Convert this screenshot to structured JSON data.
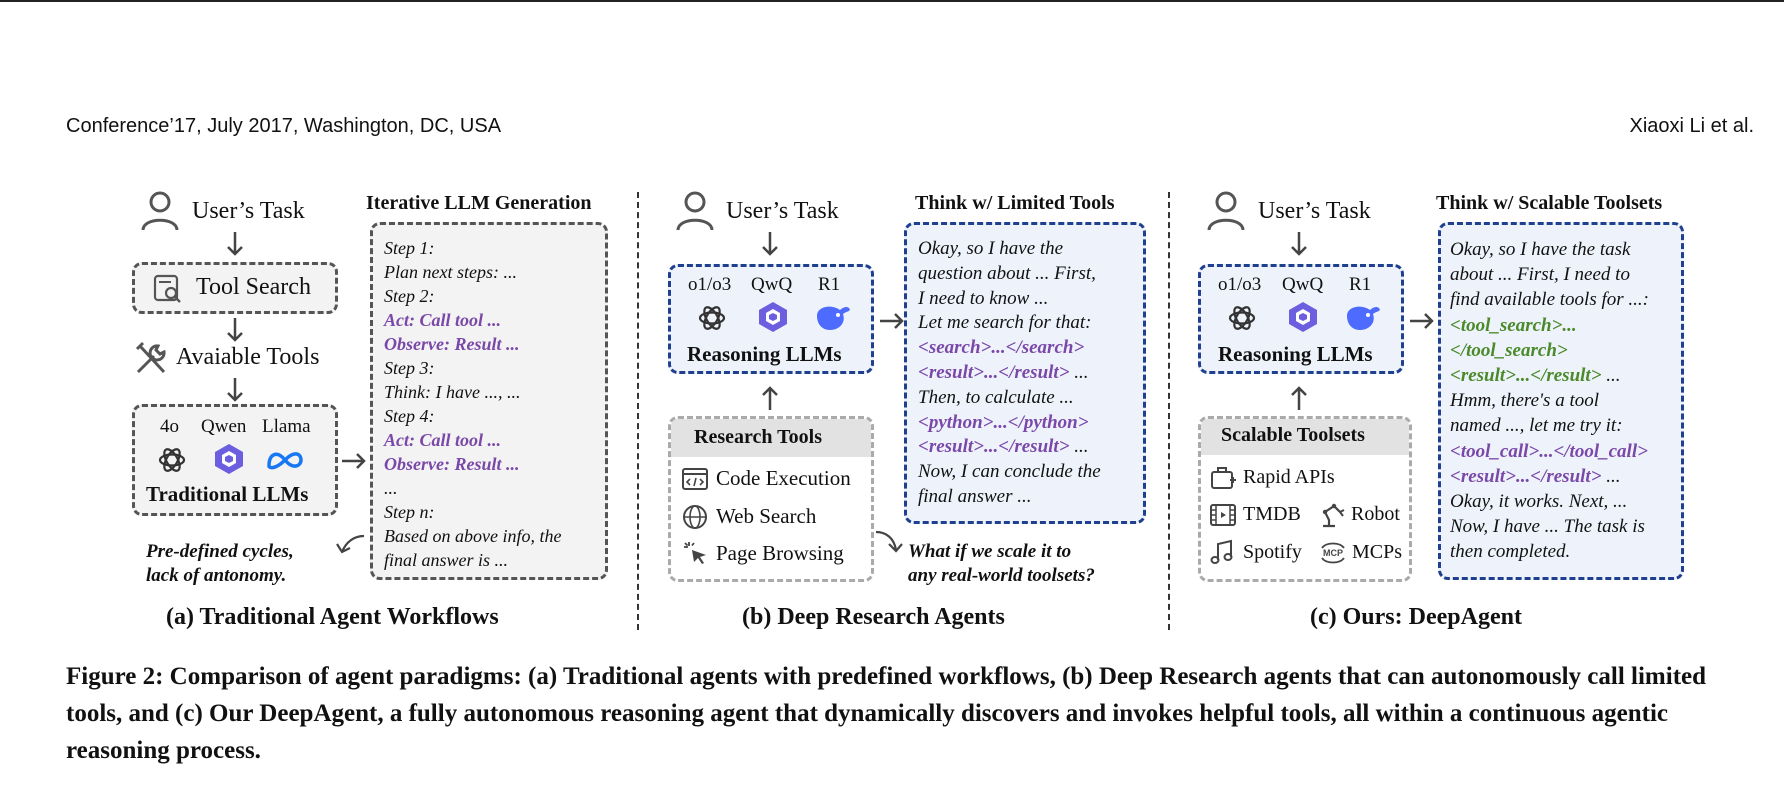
{
  "header": {
    "left": "Conference’17, July 2017, Washington, DC, USA",
    "right": "Xiaoxi Li et al."
  },
  "panel_a": {
    "user_task": "User’s Task",
    "tool_search": "Tool Search",
    "available_tools": "Avaiable Tools",
    "models": [
      "4o",
      "Qwen",
      "Llama"
    ],
    "llm_label": "Traditional LLMs",
    "gen_title": "Iterative LLM Generation",
    "steps": [
      {
        "text": "Step 1:",
        "style": "normal"
      },
      {
        "text": "Plan next steps: ...",
        "style": "normal"
      },
      {
        "text": "Step 2:",
        "style": "normal"
      },
      {
        "text": "Act: Call tool ...",
        "style": "purple"
      },
      {
        "text": "Observe: Result ...",
        "style": "purple"
      },
      {
        "text": "Step 3:",
        "style": "normal"
      },
      {
        "text": "Think: I have ..., ...",
        "style": "normal"
      },
      {
        "text": "Step 4:",
        "style": "normal"
      },
      {
        "text": "Act: Call tool ...",
        "style": "purple"
      },
      {
        "text": "Observe: Result ...",
        "style": "purple"
      },
      {
        "text": "...",
        "style": "normal"
      },
      {
        "text": "Step n:",
        "style": "normal"
      },
      {
        "text": "Based on above info, the",
        "style": "normal"
      },
      {
        "text": "final answer is ...",
        "style": "normal"
      }
    ],
    "note_line1": "Pre-defined cycles,",
    "note_line2": "lack of antonomy.",
    "subtitle": "(a) Traditional Agent Workflows"
  },
  "panel_b": {
    "user_task": "User’s Task",
    "models": [
      "o1/o3",
      "QwQ",
      "R1"
    ],
    "llm_label": "Reasoning LLMs",
    "tools_title": "Research Tools",
    "tools": [
      "Code Execution",
      "Web Search",
      "Page Browsing"
    ],
    "think_title": "Think w/ Limited Tools",
    "think_lines": [
      [
        {
          "t": "Okay, so I have the",
          "s": "n"
        }
      ],
      [
        {
          "t": "question about ... First,",
          "s": "n"
        }
      ],
      [
        {
          "t": "I need to know ...",
          "s": "n"
        }
      ],
      [
        {
          "t": "Let me search for that:",
          "s": "n"
        }
      ],
      [
        {
          "t": "<search>...</search>",
          "s": "p"
        }
      ],
      [
        {
          "t": "<result>...</result>",
          "s": "p"
        },
        {
          "t": " ...",
          "s": "n"
        }
      ],
      [
        {
          "t": "Then, to calculate ...",
          "s": "n"
        }
      ],
      [
        {
          "t": "<python>...</python>",
          "s": "p"
        }
      ],
      [
        {
          "t": "<result>...</result>",
          "s": "p"
        },
        {
          "t": " ...",
          "s": "n"
        }
      ],
      [
        {
          "t": "Now, I can conclude the",
          "s": "n"
        }
      ],
      [
        {
          "t": "final answer ...",
          "s": "n"
        }
      ]
    ],
    "question_line1": "What if we scale it to",
    "question_line2": "any real-world toolsets?",
    "subtitle": "(b) Deep Research Agents"
  },
  "panel_c": {
    "user_task": "User’s Task",
    "models": [
      "o1/o3",
      "QwQ",
      "R1"
    ],
    "llm_label": "Reasoning LLMs",
    "tools_title": "Scalable Toolsets",
    "tools": [
      "Rapid APIs",
      "TMDB",
      "Robot",
      "Spotify",
      "MCPs"
    ],
    "think_title": "Think w/ Scalable Toolsets",
    "think_lines": [
      [
        {
          "t": "Okay, so I have the task",
          "s": "n"
        }
      ],
      [
        {
          "t": "about ... First, I need to",
          "s": "n"
        }
      ],
      [
        {
          "t": "find available tools for ...:",
          "s": "n"
        }
      ],
      [
        {
          "t": "<tool_search>...",
          "s": "g"
        }
      ],
      [
        {
          "t": "</tool_search>",
          "s": "g"
        }
      ],
      [
        {
          "t": "<result>...</result>",
          "s": "g"
        },
        {
          "t": " ...",
          "s": "n"
        }
      ],
      [
        {
          "t": "Hmm, there's a tool",
          "s": "n"
        }
      ],
      [
        {
          "t": "named ..., let me try it:",
          "s": "n"
        }
      ],
      [
        {
          "t": "<tool_call>...</tool_call>",
          "s": "p"
        }
      ],
      [
        {
          "t": "<result>...</result>",
          "s": "p"
        },
        {
          "t": " ...",
          "s": "n"
        }
      ],
      [
        {
          "t": "Okay, it works. Next, ...",
          "s": "n"
        }
      ],
      [
        {
          "t": "Now, I have ... The task is",
          "s": "n"
        }
      ],
      [
        {
          "t": "then completed.",
          "s": "n"
        }
      ]
    ],
    "subtitle": "(c) Ours: DeepAgent"
  },
  "caption": "Figure 2: Comparison of agent paradigms: (a) Traditional agents with predefined workflows, (b) Deep Research agents that can autonomously call limited tools, and (c) Our DeepAgent, a fully autonomous reasoning agent that dynamically discovers and invokes helpful tools, all within a continuous agentic reasoning process.",
  "colors": {
    "purple": "#7a48a8",
    "green": "#4a8a2a",
    "blue_border": "#1f3f8f",
    "qwen_purple": "#6b5fe0",
    "meta_blue": "#1877f2",
    "deepseek_blue": "#4d6bfe"
  },
  "icons": [
    "user-icon",
    "tool-search-icon",
    "wrench-screwdriver-icon",
    "openai-icon",
    "qwen-icon",
    "meta-icon",
    "deepseek-icon",
    "code-icon",
    "globe-icon",
    "cursor-click-icon",
    "api-icon",
    "film-icon",
    "robot-arm-icon",
    "music-icon",
    "mcp-icon",
    "arrow-icon"
  ]
}
